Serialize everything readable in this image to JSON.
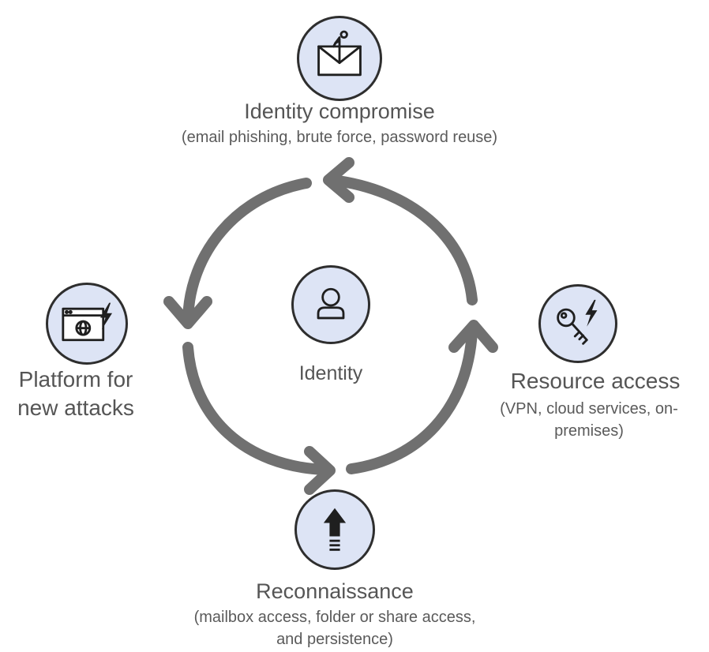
{
  "nodes": {
    "top": {
      "title": "Identity compromise",
      "subtitle": "(email phishing, brute force, password reuse)",
      "icon": "phishing-envelope-icon"
    },
    "right": {
      "title": "Resource access",
      "subtitle_line1": "(VPN, cloud services, on-",
      "subtitle_line2": "premises)",
      "icon": "key-lightning-icon"
    },
    "bottom": {
      "title": "Reconnaissance",
      "subtitle_line1": "(mailbox access, folder or share access,",
      "subtitle_line2": "and persistence)",
      "icon": "upload-arrow-icon"
    },
    "left": {
      "title_line1": "Platform for",
      "title_line2": "new attacks",
      "icon": "browser-lightning-icon"
    },
    "center": {
      "title": "Identity",
      "icon": "person-icon"
    }
  },
  "colors": {
    "circle_fill": "#dde4f5",
    "circle_stroke": "#2e2e2e",
    "arrow": "#707070",
    "text": "#555555"
  }
}
